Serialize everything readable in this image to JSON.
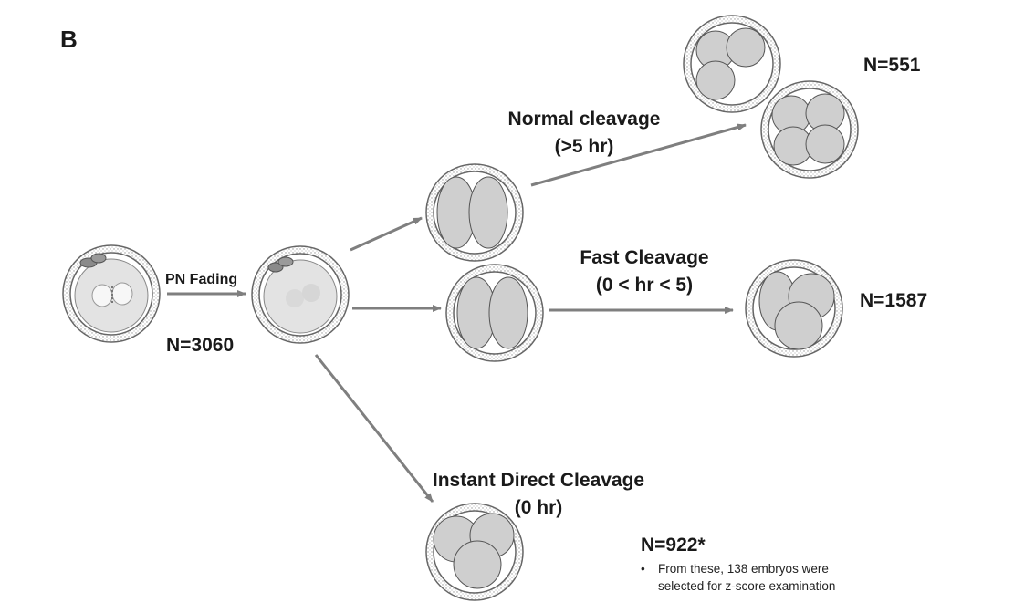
{
  "panel_label": "B",
  "edge_labels": {
    "pn_fading": "PN Fading"
  },
  "branches": {
    "normal": {
      "title": "Normal cleavage",
      "time": "(>5 hr)",
      "count": "N=551"
    },
    "fast": {
      "title": "Fast Cleavage",
      "time": "(0 < hr < 5)",
      "count": "N=1587"
    },
    "instant": {
      "title": "Instant Direct Cleavage",
      "time": "(0 hr)",
      "count": "N=922*",
      "note_bullet": "•",
      "note_lines": [
        "From these, 138 embryos were",
        "selected for z-score examination"
      ]
    }
  },
  "start_count": "N=3060",
  "colors": {
    "arrow": "#7f7f7f",
    "blastomere_fill": "#cfcfcf",
    "blastomere_stroke": "#555555",
    "zygote_fill": "#e3e3e3",
    "zona_stroke": "#666666",
    "polar_body": "#8a8a8a"
  }
}
